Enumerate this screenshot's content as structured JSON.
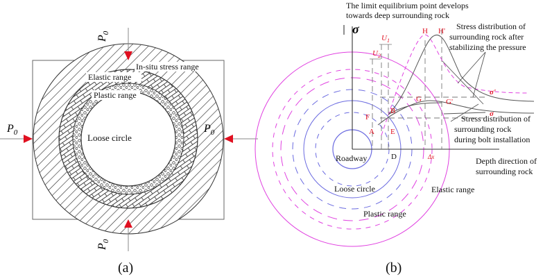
{
  "panel_a": {
    "load_top": "P",
    "load_bottom": "P",
    "load_left": "P",
    "load_right": "P",
    "load_subscript": "0",
    "in_situ_label": "In-situ stress range",
    "elastic_label": "Elastic range",
    "plastic_label": "Plastic range",
    "loose_label": "Loose circle",
    "caption": "(a)"
  },
  "panel_b": {
    "sigma_label": "σ",
    "title_line1": "The limit equilibrium point develops",
    "title_line2": "towards deep surrounding rock",
    "after_line1": "Stress distribution of",
    "after_line2": "surrounding rock after",
    "after_line3": "stabilizing the pressure",
    "during_line1": "Stress distribution of",
    "during_line2": "surrounding rock",
    "during_line3": "during bolt installation",
    "depth_line1": "Depth direction of",
    "depth_line2": "surrounding rock",
    "roadway_label": "Roadway",
    "loose_label": "Loose circle",
    "plastic_label": "Plastic range",
    "elastic_label": "Elastic range",
    "u1_label": "U",
    "u1_sub": "1",
    "u2_label": "U",
    "u2_sub": "2",
    "point_h": "H",
    "point_h2": "H'",
    "point_g": "G",
    "point_g2": "G'",
    "point_b": "B",
    "point_f": "F",
    "point_a": "A",
    "point_e": "E",
    "point_d": "D",
    "delta_x": "Δx",
    "sigma_prime": "σ'",
    "sigma_plain": "σ",
    "caption": "(b)"
  },
  "colors": {
    "load_arrow": "#e01020",
    "elastic_circle": "#e040e0",
    "plastic_circle": "#6a6ae0",
    "annotation_red": "#e01020",
    "curve": "#555555"
  }
}
